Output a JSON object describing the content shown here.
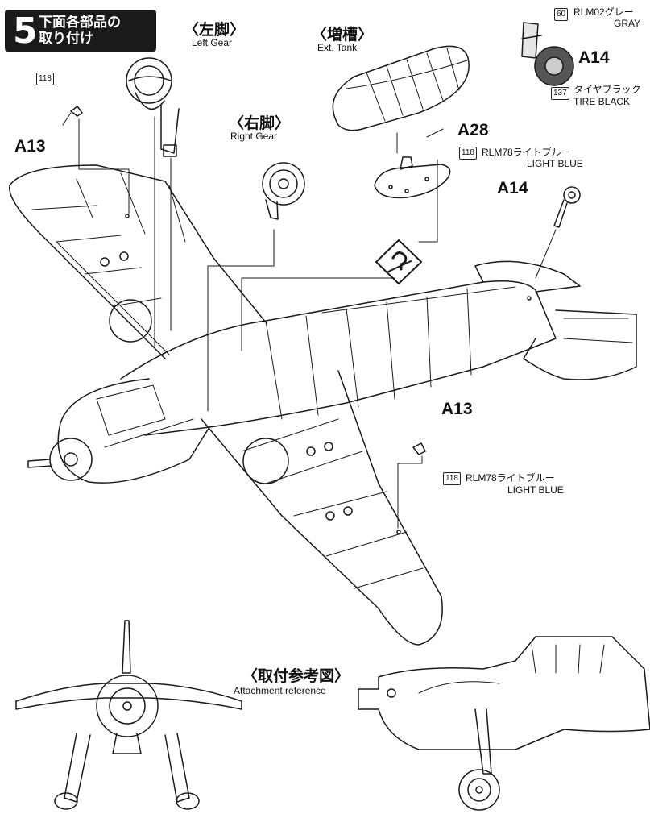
{
  "step": {
    "number": "5",
    "title": "下面各部品の\n取り付け"
  },
  "callouts": {
    "left_gear_jp": "〈左脚〉",
    "left_gear_en": "Left Gear",
    "right_gear_jp": "〈右脚〉",
    "right_gear_en": "Right Gear",
    "ext_tank_jp": "〈増槽〉",
    "ext_tank_en": "Ext. Tank",
    "attach_ref_jp": "〈取付参考図〉",
    "attach_ref_en": "Attachment reference"
  },
  "parts": {
    "a13_top": "A13",
    "a13_right": "A13",
    "a28": "A28",
    "a14_mid": "A14",
    "a14_top": "A14"
  },
  "paint_codes": {
    "rlm02_code": "60",
    "rlm02_jp": "RLM02グレー",
    "rlm02_en": "GRAY",
    "tire_code": "137",
    "tire_jp": "タイヤブラック",
    "tire_en": "TIRE BLACK",
    "rlm78_code_a28": "118",
    "rlm78_jp_a28": "RLM78ライトブルー",
    "rlm78_en_a28": "LIGHT BLUE",
    "rlm78_code_a13": "118",
    "rlm78_jp_a13": "RLM78ライトブルー",
    "rlm78_en_a13": "LIGHT BLUE",
    "a13_top_code": "118"
  },
  "colors": {
    "ink": "#1a1a1a",
    "paper": "#ffffff"
  }
}
